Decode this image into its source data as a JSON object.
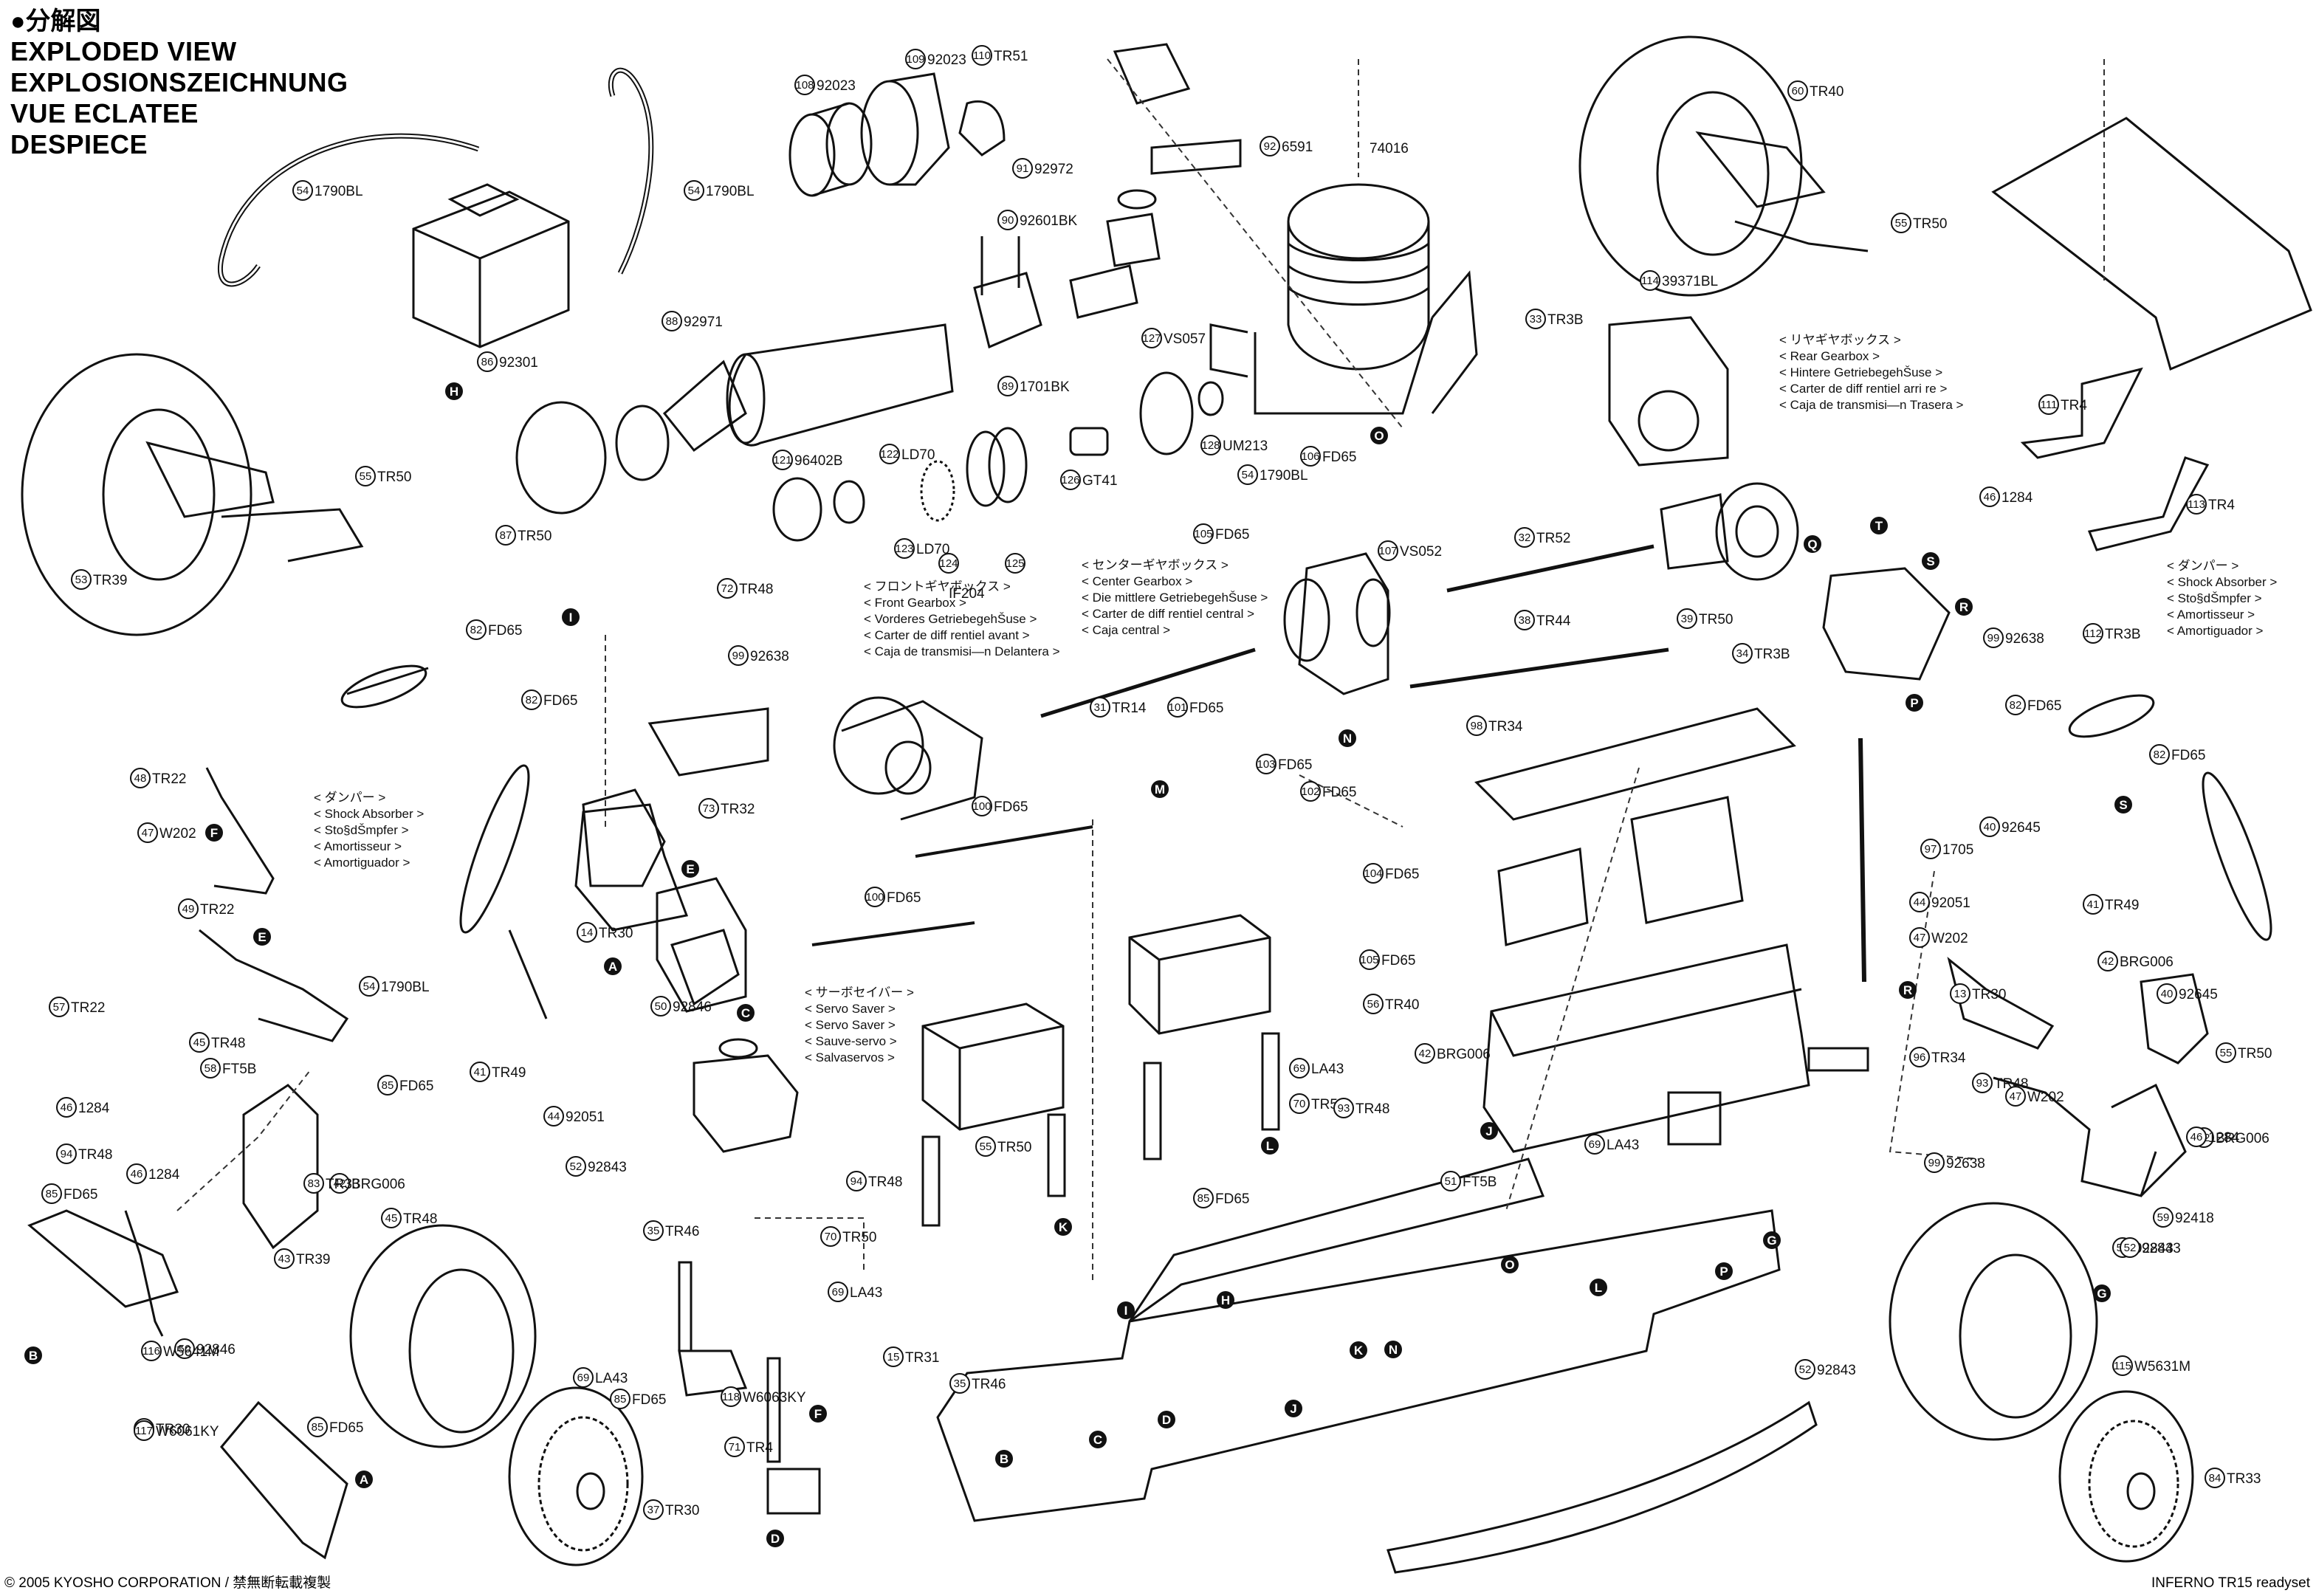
{
  "header": {
    "bullet": "●",
    "jp": "分解図",
    "lines": [
      "EXPLODED VIEW",
      "EXPLOSIONSZEICHNUNG",
      "VUE ECLATEE",
      "DESPIECE"
    ]
  },
  "footer": {
    "copyright": "© 2005 KYOSHO CORPORATION / 禁無断転載複製",
    "model": "INFERNO TR15 readyset"
  },
  "callouts": [
    {
      "n": "108",
      "p": "92023"
    },
    {
      "n": "109",
      "p": "92023"
    },
    {
      "n": "110",
      "p": "TR51"
    },
    {
      "n": "54",
      "p": "1790BL"
    },
    {
      "n": "54",
      "p": "1790BL"
    },
    {
      "n": "91",
      "p": "92972"
    },
    {
      "n": "92",
      "p": "6591"
    },
    {
      "n": "",
      "p": "74016"
    },
    {
      "n": "90",
      "p": "92601BK"
    },
    {
      "n": "86",
      "p": "92301"
    },
    {
      "n": "88",
      "p": "92971"
    },
    {
      "n": "89",
      "p": "1701BK"
    },
    {
      "n": "127",
      "p": "VS057"
    },
    {
      "n": "121",
      "p": "96402B"
    },
    {
      "n": "122",
      "p": "LD70"
    },
    {
      "n": "128",
      "p": "UM213"
    },
    {
      "n": "126",
      "p": "GT41"
    },
    {
      "n": "54",
      "p": "1790BL"
    },
    {
      "n": "106",
      "p": "FD65"
    },
    {
      "n": "105",
      "p": "FD65"
    },
    {
      "n": "107",
      "p": "VS052"
    },
    {
      "n": "123",
      "p": "LD70"
    },
    {
      "n": "124",
      "p": ""
    },
    {
      "n": "125",
      "p": ""
    },
    {
      "n": "",
      "p": "IF204"
    },
    {
      "n": "87",
      "p": "TR50"
    },
    {
      "n": "60",
      "p": "TR40"
    },
    {
      "n": "55",
      "p": "TR50"
    },
    {
      "n": "114",
      "p": "39371BL"
    },
    {
      "n": "33",
      "p": "TR3B"
    },
    {
      "n": "111",
      "p": "TR4"
    },
    {
      "n": "46",
      "p": "1284"
    },
    {
      "n": "113",
      "p": "TR4"
    },
    {
      "n": "55",
      "p": "TR50"
    },
    {
      "n": "53",
      "p": "TR39"
    },
    {
      "n": "72",
      "p": "TR48"
    },
    {
      "n": "99",
      "p": "92638"
    },
    {
      "n": "82",
      "p": "FD65"
    },
    {
      "n": "32",
      "p": "TR52"
    },
    {
      "n": "38",
      "p": "TR44"
    },
    {
      "n": "39",
      "p": "TR50"
    },
    {
      "n": "34",
      "p": "TR3B"
    },
    {
      "n": "99",
      "p": "92638"
    },
    {
      "n": "112",
      "p": "TR3B"
    },
    {
      "n": "82",
      "p": "FD65"
    },
    {
      "n": "48",
      "p": "TR22"
    },
    {
      "n": "82",
      "p": "FD65"
    },
    {
      "n": "73",
      "p": "TR32"
    },
    {
      "n": "31",
      "p": "TR14"
    },
    {
      "n": "101",
      "p": "FD65"
    },
    {
      "n": "98",
      "p": "TR34"
    },
    {
      "n": "82",
      "p": "FD65"
    },
    {
      "n": "47",
      "p": "W202"
    },
    {
      "n": "103",
      "p": "FD65"
    },
    {
      "n": "100",
      "p": "FD65"
    },
    {
      "n": "102",
      "p": "FD65"
    },
    {
      "n": "97",
      "p": "1705"
    },
    {
      "n": "40",
      "p": "92645"
    },
    {
      "n": "14",
      "p": "TR30"
    },
    {
      "n": "104",
      "p": "FD65"
    },
    {
      "n": "44",
      "p": "92051"
    },
    {
      "n": "41",
      "p": "TR49"
    },
    {
      "n": "49",
      "p": "TR22"
    },
    {
      "n": "100",
      "p": "FD65"
    },
    {
      "n": "47",
      "p": "W202"
    },
    {
      "n": "42",
      "p": "BRG006"
    },
    {
      "n": "105",
      "p": "FD65"
    },
    {
      "n": "56",
      "p": "TR40"
    },
    {
      "n": "54",
      "p": "1790BL"
    },
    {
      "n": "50",
      "p": "92846"
    },
    {
      "n": "13",
      "p": "TR30"
    },
    {
      "n": "40",
      "p": "92645"
    },
    {
      "n": "57",
      "p": "TR22"
    },
    {
      "n": "42",
      "p": "BRG006"
    },
    {
      "n": "96",
      "p": "TR34"
    },
    {
      "n": "55",
      "p": "TR50"
    },
    {
      "n": "45",
      "p": "TR48"
    },
    {
      "n": "41",
      "p": "TR49"
    },
    {
      "n": "69",
      "p": "LA43"
    },
    {
      "n": "93",
      "p": "TR48"
    },
    {
      "n": "47",
      "p": "W202"
    },
    {
      "n": "58",
      "p": "FT5B"
    },
    {
      "n": "42",
      "p": "BRG006"
    },
    {
      "n": "46",
      "p": "1284"
    },
    {
      "n": "44",
      "p": "92051"
    },
    {
      "n": "70",
      "p": "TR50"
    },
    {
      "n": "93",
      "p": "TR48"
    },
    {
      "n": "85",
      "p": "FD65"
    },
    {
      "n": "46",
      "p": "1284"
    },
    {
      "n": "46",
      "p": "1284"
    },
    {
      "n": "55",
      "p": "TR50"
    },
    {
      "n": "69",
      "p": "LA43"
    },
    {
      "n": "94",
      "p": "TR48"
    },
    {
      "n": "99",
      "p": "92638"
    },
    {
      "n": "52",
      "p": "92843"
    },
    {
      "n": "51",
      "p": "FT5B"
    },
    {
      "n": "42",
      "p": "BRG006"
    },
    {
      "n": "85",
      "p": "FD65"
    },
    {
      "n": "83",
      "p": "TR33"
    },
    {
      "n": "85",
      "p": "FD65"
    },
    {
      "n": "94",
      "p": "TR48"
    },
    {
      "n": "59",
      "p": "92418"
    },
    {
      "n": "45",
      "p": "TR48"
    },
    {
      "n": "52",
      "p": "92843"
    },
    {
      "n": "43",
      "p": "TR39"
    },
    {
      "n": "69",
      "p": "LA43"
    },
    {
      "n": "35",
      "p": "TR46"
    },
    {
      "n": "70",
      "p": "TR50"
    },
    {
      "n": "52",
      "p": "92843"
    },
    {
      "n": "50",
      "p": "92846"
    },
    {
      "n": "116",
      "p": "W5641M"
    },
    {
      "n": "115",
      "p": "W5631M"
    },
    {
      "n": "69",
      "p": "LA43"
    },
    {
      "n": "15",
      "p": "TR31"
    },
    {
      "n": "35",
      "p": "TR46"
    },
    {
      "n": "85",
      "p": "FD65"
    },
    {
      "n": "52",
      "p": "92843"
    },
    {
      "n": "36",
      "p": "TR30"
    },
    {
      "n": "71",
      "p": "TR4"
    },
    {
      "n": "118",
      "p": "W6063KY"
    },
    {
      "n": "117",
      "p": "W6061KY"
    },
    {
      "n": "85",
      "p": "FD65"
    },
    {
      "n": "84",
      "p": "TR33"
    },
    {
      "n": "37",
      "p": "TR30"
    }
  ],
  "groups": [
    {
      "lines": [
        "< リヤギヤボックス >",
        "< Rear Gearbox >",
        "< Hintere GetriebegehŠuse >",
        "< Carter de diff rentiel arri re >",
        "< Caja de transmisi—n Trasera >"
      ]
    },
    {
      "lines": [
        "< センターギヤボックス >",
        "< Center Gearbox >",
        "< Die mittlere GetriebegehŠuse >",
        "< Carter de diff rentiel central >",
        "< Caja central >"
      ]
    },
    {
      "lines": [
        "< フロントギヤボックス >",
        "< Front Gearbox >",
        "< Vorderes GetriebegehŠuse >",
        "< Carter de diff rentiel avant >",
        "< Caja de transmisi—n Delantera >"
      ]
    },
    {
      "lines": [
        "< ダンパー >",
        "< Shock Absorber >",
        "< Sto§dŠmpfer >",
        "< Amortisseur >",
        "< Amortiguador >"
      ]
    },
    {
      "lines": [
        "< ダンパー >",
        "< Shock Absorber >",
        "< Sto§dŠmpfer >",
        "< Amortisseur >",
        "< Amortiguador >"
      ]
    },
    {
      "lines": [
        "< サーボセイバー >",
        "< Servo Saver >",
        "< Servo Saver >",
        "< Sauve-servo >",
        "< Salvaservos >"
      ]
    }
  ],
  "letters": [
    "H",
    "I",
    "O",
    "T",
    "Q",
    "S",
    "R",
    "N",
    "P",
    "F",
    "E",
    "E",
    "A",
    "C",
    "M",
    "L",
    "K",
    "J",
    "B",
    "D",
    "F",
    "A",
    "S",
    "R",
    "G",
    "G",
    "C",
    "B",
    "D",
    "H",
    "I",
    "J",
    "K",
    "N",
    "O",
    "L",
    "P"
  ]
}
